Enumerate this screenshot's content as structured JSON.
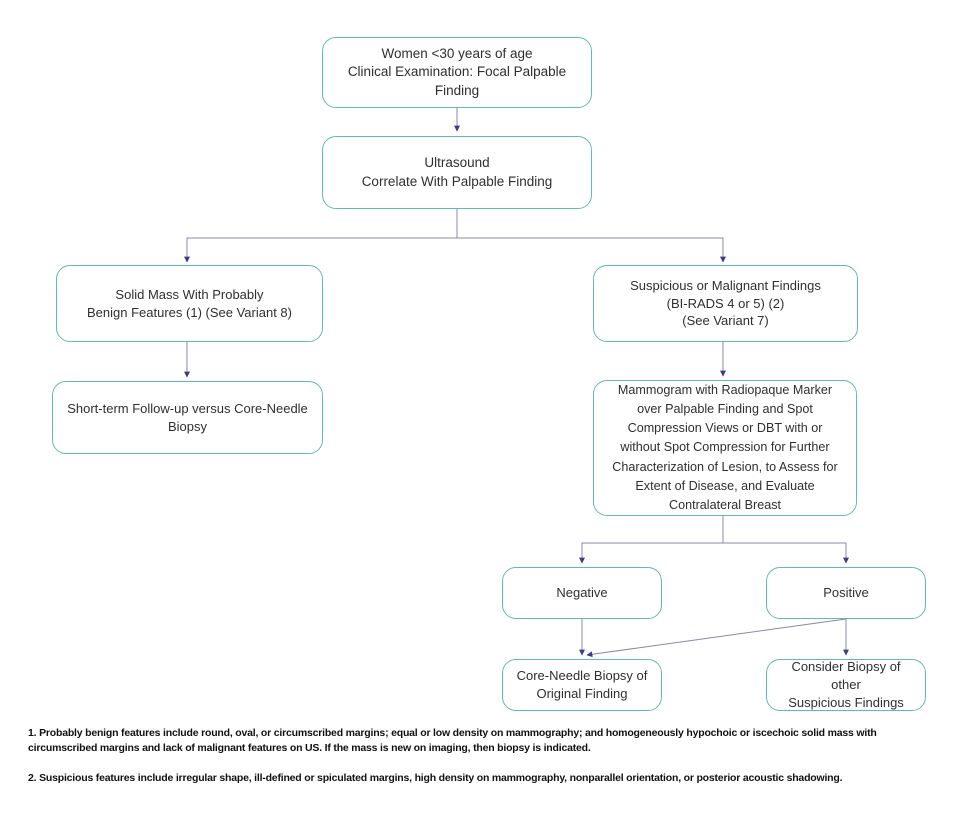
{
  "flowchart": {
    "nodes": {
      "women": {
        "label": "Women <30 years of age\nClinical Examination: Focal Palpable\nFinding"
      },
      "ultrasound": {
        "label": "Ultrasound\nCorrelate With Palpable Finding"
      },
      "solid_mass": {
        "label": "Solid Mass With Probably\nBenign Features (1) (See Variant 8)"
      },
      "suspicious": {
        "label": "Suspicious or Malignant Findings\n(BI-RADS 4 or 5) (2)\n(See Variant 7)"
      },
      "short_term": {
        "label": "Short-term Follow-up versus Core-Needle\nBiopsy"
      },
      "mammogram": {
        "label": "Mammogram with Radiopaque Marker\nover Palpable Finding and Spot\nCompression Views or DBT with or\nwithout Spot Compression for Further\nCharacterization of Lesion, to Assess for\nExtent of Disease, and Evaluate\nContralateral Breast"
      },
      "negative": {
        "label": "Negative"
      },
      "positive": {
        "label": "Positive"
      },
      "core_needle": {
        "label": "Core-Needle Biopsy of\nOriginal Finding"
      },
      "consider_biopsy": {
        "label": "Consider Biopsy of other\nSuspicious Findings"
      }
    }
  },
  "footnotes": {
    "note1": "1. Probably benign features include round, oval, or circumscribed margins; equal or low density on mammography; and homogeneously hypochoic or iscechoic solid mass with circumscribed margins and lack of malignant features on US. If the mass is new on imaging, then biopsy is indicated.",
    "note2": "2. Suspicious features include irregular shape, ill-defined or spiculated margins, high density on mammography, nonparallel orientation, or posterior acoustic shadowing."
  },
  "colors": {
    "box_border": "#64bab0",
    "connector": "#8a88a8",
    "arrowhead": "#3c3a8f",
    "node_text": "#2f2f2f",
    "footnote_text": "#111111",
    "background": "#ffffff"
  }
}
